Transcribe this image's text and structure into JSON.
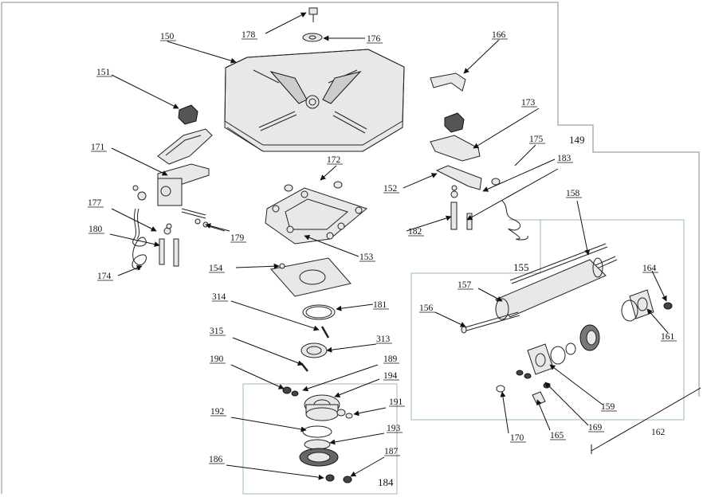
{
  "diagram": {
    "group_labels": {
      "g149": "149",
      "g155": "155",
      "g162": "162",
      "g184": "184"
    },
    "part_labels": {
      "p150": "150",
      "p151": "151",
      "p152": "152",
      "p153": "153",
      "p154": "154",
      "p156": "156",
      "p157": "157",
      "p158": "158",
      "p159": "159",
      "p161": "161",
      "p164": "164",
      "p165": "165",
      "p166": "166",
      "p169": "169",
      "p170": "170",
      "p171": "171",
      "p172": "172",
      "p173": "173",
      "p174": "174",
      "p175": "175",
      "p176": "176",
      "p177": "177",
      "p178": "178",
      "p179": "179",
      "p180": "180",
      "p181": "181",
      "p182": "182",
      "p183": "183",
      "p186": "186",
      "p187": "187",
      "p189": "189",
      "p190": "190",
      "p191": "191",
      "p192": "192",
      "p193": "193",
      "p194": "194",
      "p313": "313",
      "p314": "314",
      "p315": "315"
    }
  }
}
